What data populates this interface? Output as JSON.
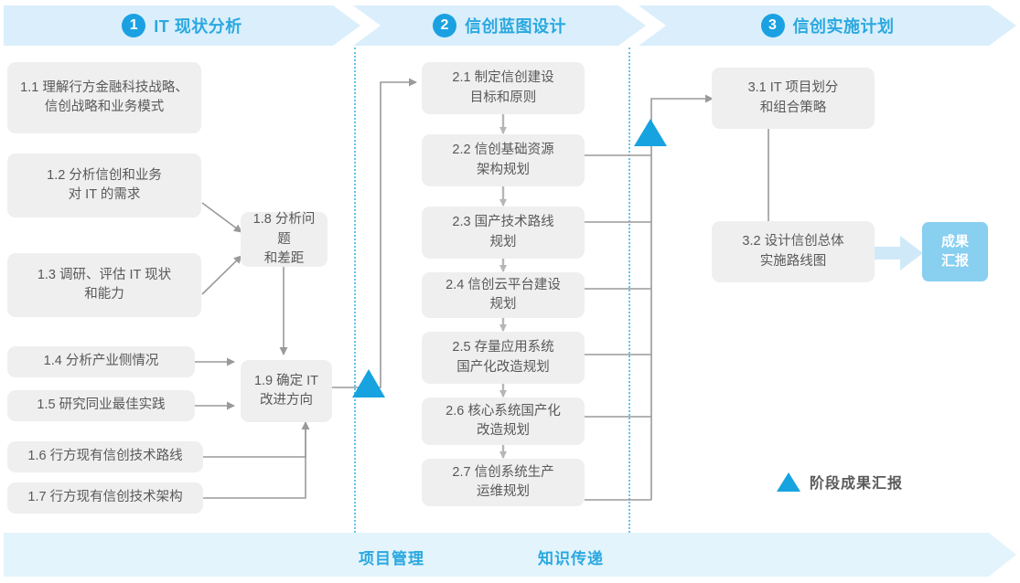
{
  "phases": [
    {
      "num": "1",
      "title": "IT 现状分析"
    },
    {
      "num": "2",
      "title": "信创蓝图设计"
    },
    {
      "num": "3",
      "title": "信创实施计划"
    }
  ],
  "phase1_tasks": [
    {
      "id": "1.1",
      "label": "1.1 理解行方金融科技战略、\n信创战略和业务模式"
    },
    {
      "id": "1.2",
      "label": "1.2 分析信创和业务\n对 IT 的需求"
    },
    {
      "id": "1.3",
      "label": "1.3 调研、评估 IT 现状\n和能力"
    },
    {
      "id": "1.4",
      "label": "1.4 分析产业侧情况"
    },
    {
      "id": "1.5",
      "label": "1.5 研究同业最佳实践"
    },
    {
      "id": "1.6",
      "label": "1.6 行方现有信创技术路线"
    },
    {
      "id": "1.7",
      "label": "1.7 行方现有信创技术架构"
    },
    {
      "id": "1.8",
      "label": "1.8 分析问题\n和差距"
    },
    {
      "id": "1.9",
      "label": "1.9 确定 IT\n改进方向"
    }
  ],
  "phase2_tasks": [
    {
      "id": "2.1",
      "label": "2.1 制定信创建设\n目标和原则"
    },
    {
      "id": "2.2",
      "label": "2.2 信创基础资源\n架构规划"
    },
    {
      "id": "2.3",
      "label": "2.3 国产技术路线\n规划"
    },
    {
      "id": "2.4",
      "label": "2.4 信创云平台建设\n规划"
    },
    {
      "id": "2.5",
      "label": "2.5 存量应用系统\n国产化改造规划"
    },
    {
      "id": "2.6",
      "label": "2.6 核心系统国产化\n改造规划"
    },
    {
      "id": "2.7",
      "label": "2.7 信创系统生产\n运维规划"
    }
  ],
  "phase3_tasks": [
    {
      "id": "3.1",
      "label": "3.1 IT 项目划分\n和组合策略"
    },
    {
      "id": "3.2",
      "label": "3.2 设计信创总体\n实施路线图"
    }
  ],
  "result": {
    "label": "成果\n汇报"
  },
  "legend": {
    "label": "阶段成果汇报",
    "marker": "milestone-triangle"
  },
  "banner": {
    "items": [
      {
        "label": "项目管理"
      },
      {
        "label": "知识传递"
      }
    ]
  },
  "colors": {
    "accent_blue": "#2aa8e0",
    "marker_blue": "#17a3e0",
    "header_fill": "#daeffb",
    "banner_fill": "#e3f4fc",
    "box_fill": "#efefef",
    "box_text": "#595959",
    "result_fill": "#88cff0",
    "connector": "#9a9a9a",
    "separator": "#63c4e8"
  }
}
